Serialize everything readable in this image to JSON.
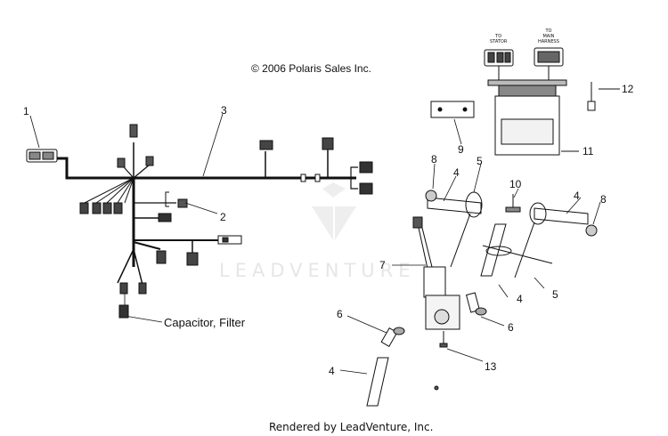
{
  "copyright": "© 2006 Polaris Sales Inc.",
  "footer": "Rendered by LeadVenture, Inc.",
  "watermark": "LEADVENTURE",
  "capacitor_label": "Capacitor, Filter",
  "connector_labels": {
    "stator": "TO\nSTATOR",
    "main_harness": "TO\nMAIN\nHARNESS"
  },
  "callouts": [
    "1",
    "2",
    "3",
    "4",
    "5",
    "6",
    "7",
    "8",
    "9",
    "10",
    "11",
    "12",
    "13"
  ]
}
